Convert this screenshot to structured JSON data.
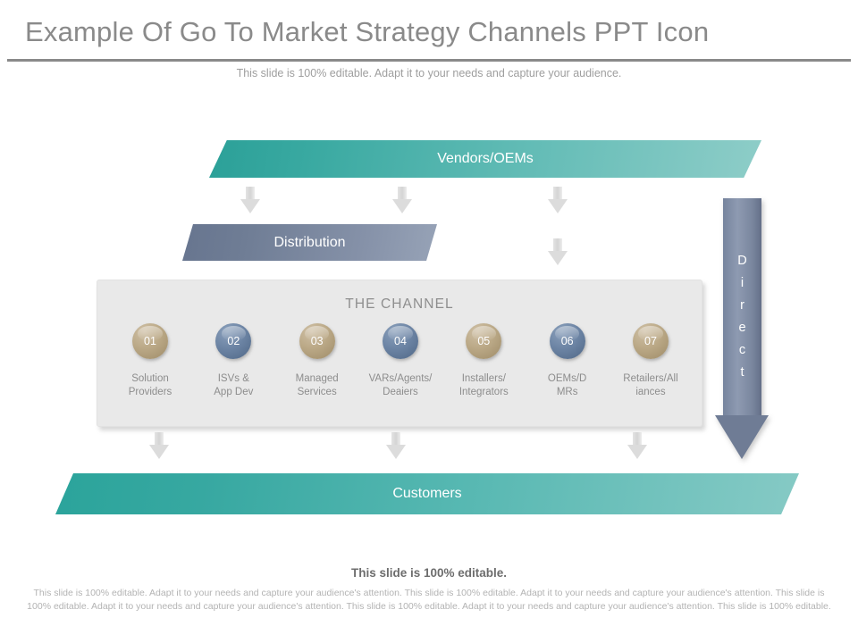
{
  "header": {
    "title": "Example Of Go To Market Strategy Channels PPT Icon",
    "subtitle": "This slide is 100% editable. Adapt it to your needs and capture your audience."
  },
  "diagram": {
    "top_bar_label": "Vendors/OEMs",
    "distribution_label": "Distribution",
    "channel_heading": "THE CHANNEL",
    "bottom_bar_label": "Customers",
    "direct_label": "Direct",
    "direct_letters": [
      "D",
      "i",
      "r",
      "e",
      "c",
      "t"
    ],
    "nodes": [
      {
        "number": "01",
        "label": "Solution\nProviders",
        "tone": "tan"
      },
      {
        "number": "02",
        "label": "ISVs &\nApp Dev",
        "tone": "blue"
      },
      {
        "number": "03",
        "label": "Managed\nServices",
        "tone": "tan"
      },
      {
        "number": "04",
        "label": "VARs/Agents/\nDeaiers",
        "tone": "blue"
      },
      {
        "number": "05",
        "label": "Installers/\nIntegrators",
        "tone": "tan"
      },
      {
        "number": "06",
        "label": "OEMs/D\nMRs",
        "tone": "blue"
      },
      {
        "number": "07",
        "label": "Retailers/All\niances",
        "tone": "tan"
      }
    ],
    "colors": {
      "teal_dark": "#2ba098",
      "teal_light": "#8ecdc8",
      "slate_dark": "#67758f",
      "slate_light": "#97a3b7",
      "tan": "#bba987",
      "panel_gray": "#e9e9e9",
      "arrow_gray": "#dcdcdc",
      "title_gray": "#8a8a8a"
    }
  },
  "footer": {
    "headline": "This slide is 100% editable.",
    "body": "This slide is 100% editable. Adapt it to your needs and capture your audience's attention. This slide is 100% editable. Adapt it to your needs and capture your audience's attention. This slide is 100% editable. Adapt it to your needs and capture your audience's attention. This slide is 100% editable. Adapt it to your needs and capture your audience's attention. This slide is 100% editable."
  }
}
